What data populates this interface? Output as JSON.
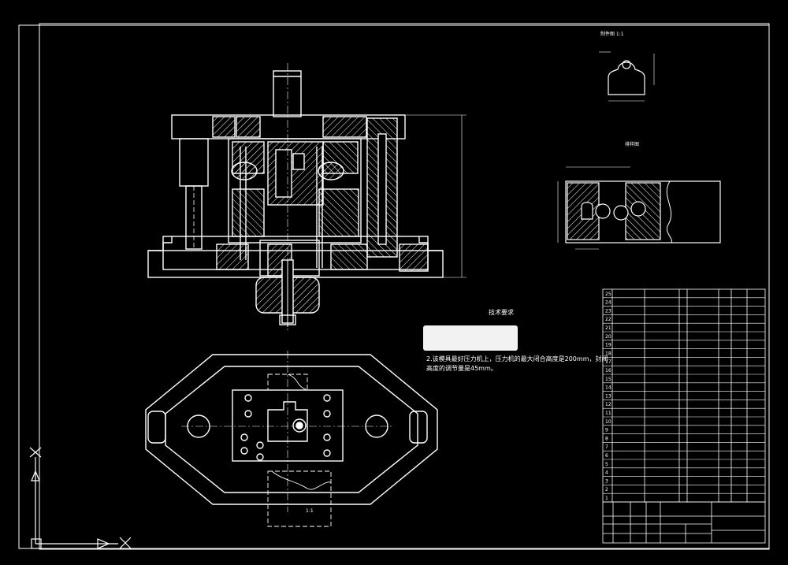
{
  "drawing": {
    "colors": {
      "background": "#000000",
      "lines": "#ffffff",
      "hatch": "#ffffff"
    },
    "technical_requirements": {
      "title": "技术要求",
      "line1": "2.该模具最好压力机上，压力机的最大闭合高度是200mm，封闭",
      "line2": "高度的调节量是45mm。"
    },
    "detail_labels": {
      "part_view": "制件图 1:1",
      "strip_view": "排样图"
    },
    "bom": {
      "row_numbers": [
        "25",
        "24",
        "23",
        "22",
        "21",
        "20",
        "19",
        "18",
        "17",
        "16",
        "15",
        "14",
        "13",
        "12",
        "11",
        "10",
        "9",
        "8",
        "7",
        "6",
        "5",
        "4",
        "3",
        "2",
        "1"
      ]
    }
  }
}
